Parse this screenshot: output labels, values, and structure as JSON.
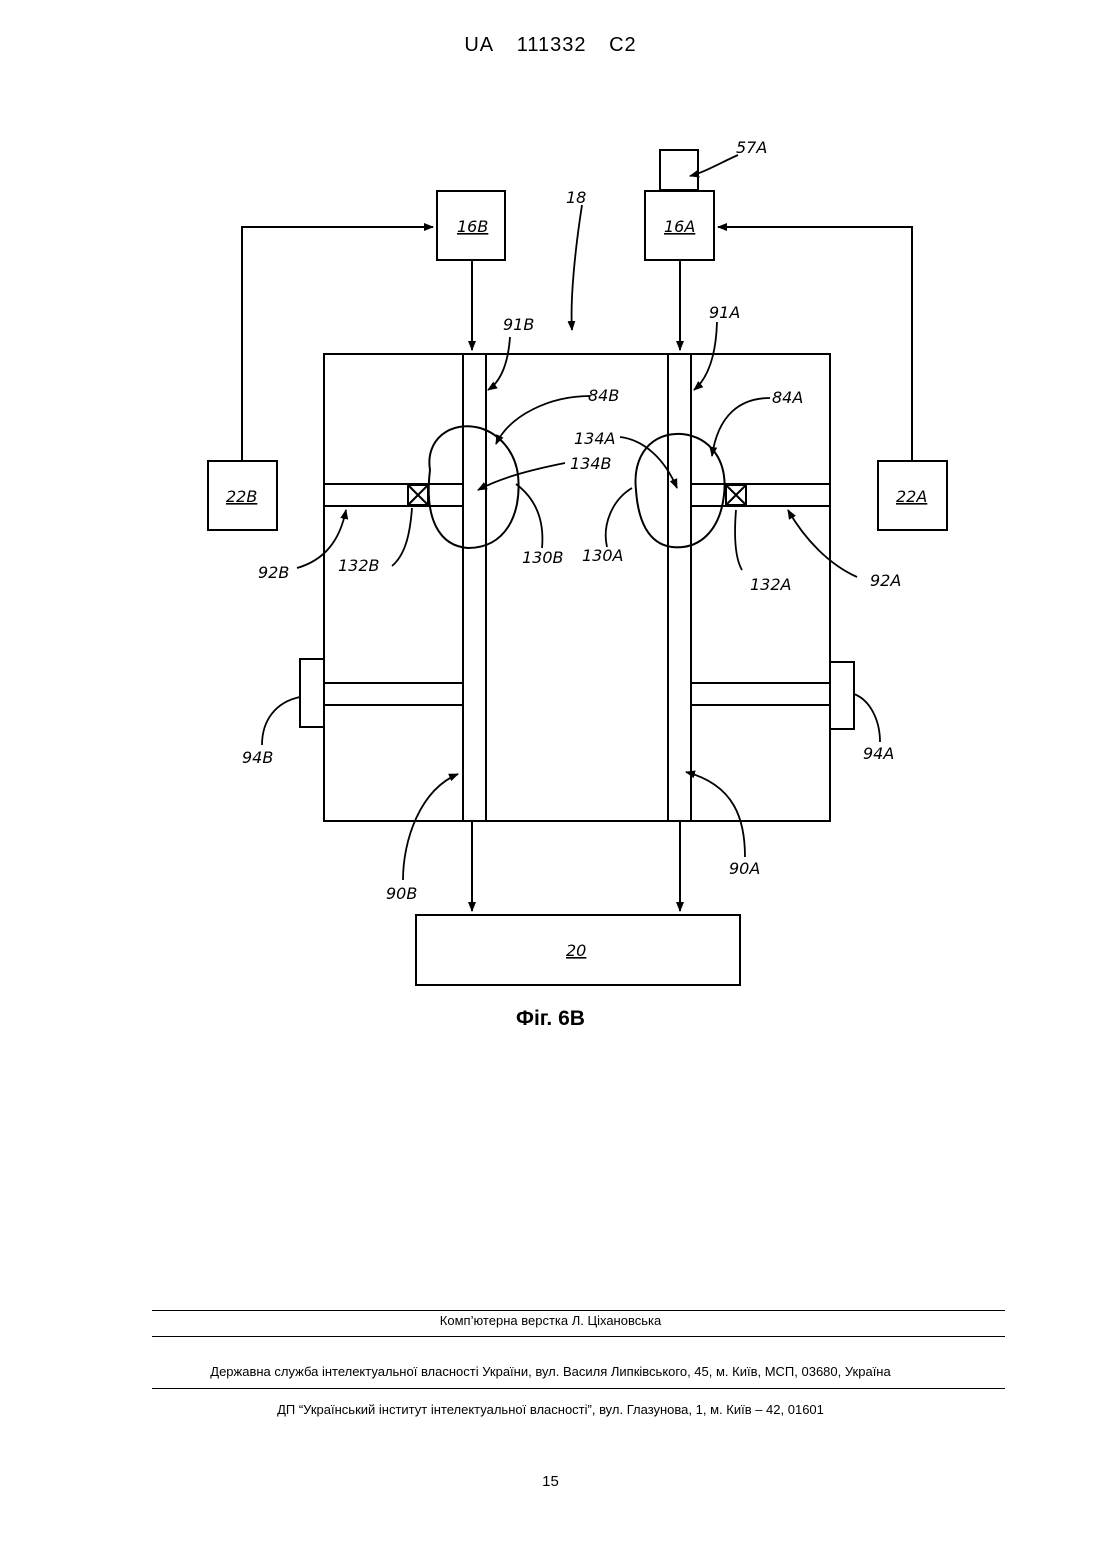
{
  "header": {
    "country": "UA",
    "number": "111332",
    "kind": "C2"
  },
  "figure": {
    "caption": "Фіг. 6В",
    "labels": {
      "l57A": "57A",
      "l18": "18",
      "l16B": "16B",
      "l16A": "16A",
      "l91B": "91B",
      "l91A": "91A",
      "l84B": "84B",
      "l84A": "84A",
      "l134A": "134A",
      "l134B": "134B",
      "l22B": "22B",
      "l22A": "22A",
      "l92B": "92B",
      "l132B": "132B",
      "l130B": "130B",
      "l130A": "130A",
      "l132A": "132A",
      "l92A": "92A",
      "l94B": "94B",
      "l94A": "94A",
      "l90B": "90B",
      "l90A": "90A",
      "l20": "20"
    }
  },
  "footer": {
    "layout_credit": "Комп’ютерна верстка Л. Ціхановська",
    "office": "Державна служба інтелектуальної власності України, вул. Василя Липківського, 45, м. Київ, МСП, 03680, Україна",
    "institute": "ДП “Український інститут інтелектуальної власності”, вул. Глазунова, 1, м. Київ – 42, 01601"
  },
  "page_number": "15"
}
